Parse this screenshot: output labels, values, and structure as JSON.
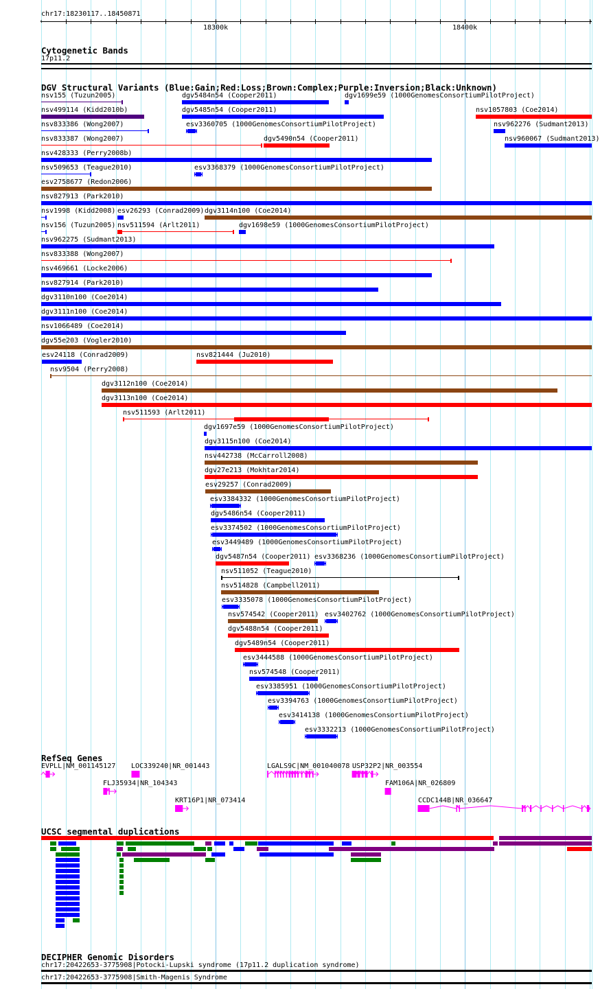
{
  "ruler": {
    "position_label": "chr17:18230117..18450871",
    "view_start_kb": 18230.117,
    "view_end_kb": 18450.871,
    "tick_labels": [
      {
        "kb": 18300,
        "label": "18300k"
      },
      {
        "kb": 18400,
        "label": "18400k"
      }
    ]
  },
  "cytobands": {
    "title": "Cytogenetic Bands",
    "band_label": "17p11.2"
  },
  "colors": {
    "blue": "#0000ff",
    "red": "#ff0000",
    "brown": "#8b4513",
    "purple": "#4f007f",
    "black": "#000000",
    "green": "#008000",
    "magenta": "#ff00ff",
    "segpurple": "#800080"
  },
  "dgv": {
    "title": "DGV Structural Variants (Blue:Gain;Red:Loss;Brown:Complex;Purple:Inversion;Black:Unknown)",
    "rows": [
      [
        {
          "label": "nsv155 (Tuzun2005)",
          "s": 18230.0,
          "e": 18263.0,
          "c": "purple",
          "style": "thin"
        },
        {
          "label": "dgv5484n54 (Cooper2011)",
          "s": 18286.6,
          "e": 18345.6,
          "c": "blue"
        },
        {
          "label": "dgv1699e59 (1000GenomesConsortiumPilotProject)",
          "s": 18351.7,
          "e": 18353.3,
          "c": "blue"
        }
      ],
      [
        {
          "label": "nsv499114 (Kidd2010b)",
          "s": 18230.0,
          "e": 18271.5,
          "c": "purple"
        },
        {
          "label": "dgv5485n54 (Cooper2011)",
          "s": 18286.6,
          "e": 18367.4,
          "c": "blue"
        },
        {
          "label": "nsv1057803 (Coe2014)",
          "s": 18404.4,
          "e": 18450.9,
          "c": "red"
        }
      ],
      [
        {
          "label": "nsv833386 (Wong2007)",
          "s": 18230.0,
          "e": 18273.4,
          "c": "blue",
          "style": "thin"
        },
        {
          "label": "esv3360705 (1000GenomesConsortiumPilotProject)",
          "s": 18288.2,
          "e": 18292.6,
          "c": "blue",
          "style": "tick"
        },
        {
          "label": "nsv962276 (Sudmant2013)",
          "s": 18411.6,
          "e": 18416.2,
          "c": "blue"
        }
      ],
      [
        {
          "label": "nsv833387 (Wong2007)",
          "s": 18230.0,
          "e": 18318.7,
          "c": "red",
          "style": "thin"
        },
        {
          "label": "dgv5490n54 (Cooper2011)",
          "s": 18319.3,
          "e": 18345.6,
          "c": "red"
        },
        {
          "label": "nsv960067 (Sudmant2013)",
          "s": 18416.0,
          "e": 18450.9,
          "c": "blue"
        }
      ],
      [
        {
          "label": "nsv428333 (Perry2008b)",
          "s": 18230.0,
          "e": 18386.6,
          "c": "blue"
        }
      ],
      [
        {
          "label": "nsv509653 (Teague2010)",
          "s": 18230.0,
          "e": 18250.3,
          "c": "blue",
          "style": "thin"
        },
        {
          "label": "esv3368379 (1000GenomesConsortiumPilotProject)",
          "s": 18291.5,
          "e": 18294.8,
          "c": "blue",
          "style": "tick"
        }
      ],
      [
        {
          "label": "esv2758677 (Redon2006)",
          "s": 18230.0,
          "e": 18386.6,
          "c": "brown"
        }
      ],
      [
        {
          "label": "nsv827913 (Park2010)",
          "s": 18230.0,
          "e": 18450.9,
          "c": "blue"
        }
      ],
      [
        {
          "label": "nsv1998 (Kidd2008)",
          "s": 18230.0,
          "e": 18232.2,
          "c": "blue",
          "style": "thin"
        },
        {
          "label": "esv26293 (Conrad2009)",
          "s": 18260.8,
          "e": 18263.2,
          "c": "blue"
        },
        {
          "label": "dgv3114n100 (Coe2014)",
          "s": 18295.7,
          "e": 18450.9,
          "c": "brown"
        }
      ],
      [
        {
          "label": "nsv156 (Tuzun2005)",
          "s": 18230.0,
          "e": 18232.2,
          "c": "blue",
          "style": "thin"
        },
        {
          "label": "nsv511594 (Arlt2011)",
          "s": 18260.8,
          "e": 18307.7,
          "c": "red",
          "style": "thin",
          "block": [
            18260.8,
            18262.7
          ]
        },
        {
          "label": "dgv1698e59 (1000GenomesConsortiumPilotProject)",
          "s": 18309.4,
          "e": 18312.1,
          "c": "blue"
        }
      ],
      [
        {
          "label": "nsv962275 (Sudmant2013)",
          "s": 18230.0,
          "e": 18411.9,
          "c": "blue"
        }
      ],
      [
        {
          "label": "nsv833388 (Wong2007)",
          "s": 18230.0,
          "e": 18394.8,
          "c": "red",
          "style": "thin"
        }
      ],
      [
        {
          "label": "nsv469661 (Locke2006)",
          "s": 18230.0,
          "e": 18386.6,
          "c": "blue"
        }
      ],
      [
        {
          "label": "nsv827914 (Park2010)",
          "s": 18230.0,
          "e": 18365.2,
          "c": "blue"
        }
      ],
      [
        {
          "label": "dgv3110n100 (Coe2014)",
          "s": 18230.0,
          "e": 18414.6,
          "c": "blue"
        }
      ],
      [
        {
          "label": "dgv3111n100 (Coe2014)",
          "s": 18230.0,
          "e": 18450.9,
          "c": "blue"
        }
      ],
      [
        {
          "label": "nsv1066489 (Coe2014)",
          "s": 18230.0,
          "e": 18352.2,
          "c": "blue"
        }
      ],
      [
        {
          "label": "dgv55e203 (Vogler2010)",
          "s": 18230.0,
          "e": 18450.9,
          "c": "brown"
        }
      ],
      [
        {
          "label": "esv24118 (Conrad2009)",
          "s": 18230.5,
          "e": 18246.5,
          "c": "blue"
        },
        {
          "label": "nsv821444 (Ju2010)",
          "s": 18292.4,
          "e": 18347.3,
          "c": "red"
        }
      ],
      [
        {
          "label": "nsv9504 (Perry2008)",
          "s": 18233.6,
          "e": 18450.9,
          "c": "brown",
          "style": "thin"
        }
      ],
      [
        {
          "label": "dgv3112n100 (Coe2014)",
          "s": 18254.4,
          "e": 18437.1,
          "c": "brown"
        }
      ],
      [
        {
          "label": "dgv3113n100 (Coe2014)",
          "s": 18254.4,
          "e": 18450.9,
          "c": "red"
        }
      ],
      [
        {
          "label": "nsv511593 (Arlt2011)",
          "s": 18263.0,
          "e": 18385.8,
          "c": "red",
          "style": "thin",
          "block": [
            18307.5,
            18345.6
          ]
        }
      ],
      [
        {
          "label": "dgv1697e59 (1000GenomesConsortiumPilotProject)",
          "s": 18295.4,
          "e": 18296.5,
          "c": "blue"
        }
      ],
      [
        {
          "label": "dgv3115n100 (Coe2014)",
          "s": 18295.7,
          "e": 18450.9,
          "c": "blue"
        }
      ],
      [
        {
          "label": "nsv442738 (McCarroll2008)",
          "s": 18295.7,
          "e": 18405.3,
          "c": "brown"
        }
      ],
      [
        {
          "label": "dgv27e213 (Mokhtar2014)",
          "s": 18295.7,
          "e": 18405.3,
          "c": "red"
        }
      ],
      [
        {
          "label": "esv29257 (Conrad2009)",
          "s": 18295.9,
          "e": 18346.2,
          "c": "brown"
        }
      ],
      [
        {
          "label": "esv3384332 (1000GenomesConsortiumPilotProject)",
          "s": 18297.9,
          "e": 18310.2,
          "c": "blue",
          "style": "tick"
        }
      ],
      [
        {
          "label": "dgv5486n54 (Cooper2011)",
          "s": 18298.1,
          "e": 18343.7,
          "c": "blue"
        }
      ],
      [
        {
          "label": "esv3374502 (1000GenomesConsortiumPilotProject)",
          "s": 18298.1,
          "e": 18348.9,
          "c": "blue",
          "style": "tick"
        }
      ],
      [
        {
          "label": "esv3449489 (1000GenomesConsortiumPilotProject)",
          "s": 18298.7,
          "e": 18302.5,
          "c": "blue",
          "style": "tick"
        }
      ],
      [
        {
          "label": "dgv5487n54 (Cooper2011)",
          "s": 18300.0,
          "e": 18329.4,
          "c": "red"
        },
        {
          "label": "esv3368236 (1000GenomesConsortiumPilotProject)",
          "s": 18339.6,
          "e": 18344.3,
          "c": "blue",
          "style": "tick"
        }
      ],
      [
        {
          "label": "nsv511052 (Teague2010)",
          "s": 18302.2,
          "e": 18397.6,
          "c": "black",
          "style": "thin"
        }
      ],
      [
        {
          "label": "nsv514828 (Campbell2011)",
          "s": 18302.2,
          "e": 18365.5,
          "c": "brown"
        }
      ],
      [
        {
          "label": "esv3335078 (1000GenomesConsortiumPilotProject)",
          "s": 18302.5,
          "e": 18309.7,
          "c": "blue",
          "style": "tick"
        }
      ],
      [
        {
          "label": "nsv574542 (Cooper2011)",
          "s": 18305.0,
          "e": 18341.0,
          "c": "brown"
        },
        {
          "label": "esv3402762 (1000GenomesConsortiumPilotProject)",
          "s": 18343.7,
          "e": 18349.0,
          "c": "blue",
          "style": "tick"
        }
      ],
      [
        {
          "label": "dgv5488n54 (Cooper2011)",
          "s": 18305.0,
          "e": 18345.6,
          "c": "red"
        }
      ],
      [
        {
          "label": "dgv5489n54 (Cooper2011)",
          "s": 18307.7,
          "e": 18397.6,
          "c": "red"
        }
      ],
      [
        {
          "label": "esv3444588 (1000GenomesConsortiumPilotProject)",
          "s": 18311.0,
          "e": 18317.1,
          "c": "blue",
          "style": "tick"
        }
      ],
      [
        {
          "label": "nsv574548 (Cooper2011)",
          "s": 18313.5,
          "e": 18341.0,
          "c": "blue"
        }
      ],
      [
        {
          "label": "esv3385951 (1000GenomesConsortiumPilotProject)",
          "s": 18316.3,
          "e": 18337.7,
          "c": "blue",
          "style": "tick"
        }
      ],
      [
        {
          "label": "esv3394763 (1000GenomesConsortiumPilotProject)",
          "s": 18320.9,
          "e": 18325.3,
          "c": "blue",
          "style": "tick"
        }
      ],
      [
        {
          "label": "esv3414138 (1000GenomesConsortiumPilotProject)",
          "s": 18325.3,
          "e": 18331.9,
          "c": "blue",
          "style": "tick"
        }
      ],
      [
        {
          "label": "esv3332213 (1000GenomesConsortiumPilotProject)",
          "s": 18335.8,
          "e": 18348.9,
          "c": "blue",
          "style": "tick"
        }
      ]
    ]
  },
  "genes": {
    "title": "RefSeq Genes",
    "rows": [
      [
        {
          "label": "EVPLL|NM_001145127",
          "s": 18230.0,
          "e": 18235.5,
          "exons": [
            [
              18231.9,
              18233.6
            ]
          ]
        },
        {
          "label": "LOC339240|NR_001443",
          "s": 18266.3,
          "e": 18269.6,
          "exons": [
            [
              18266.3,
              18269.6
            ]
          ]
        },
        {
          "label": "LGALS9C|NM_001040078",
          "s": 18320.7,
          "e": 18341.3,
          "exons": [
            [
              18320.7,
              18321.2
            ],
            [
              18323.7,
              18324.0
            ],
            [
              18324.8,
              18325.0
            ],
            [
              18325.9,
              18326.1
            ],
            [
              18327.0,
              18327.2
            ],
            [
              18328.3,
              18328.6
            ],
            [
              18329.4,
              18330.0
            ],
            [
              18330.5,
              18331.1
            ],
            [
              18331.6,
              18332.2
            ],
            [
              18332.8,
              18333.3
            ],
            [
              18334.4,
              18334.7
            ],
            [
              18336.0,
              18336.9
            ],
            [
              18337.4,
              18338.0
            ],
            [
              18338.8,
              18339.3
            ]
          ]
        },
        {
          "label": "USP32P2|NR_003554",
          "s": 18354.7,
          "e": 18365.2,
          "exons": [
            [
              18354.7,
              18356.6
            ],
            [
              18356.9,
              18358.0
            ],
            [
              18358.6,
              18359.4
            ],
            [
              18359.9,
              18361.0
            ],
            [
              18362.4,
              18363.2
            ]
          ]
        }
      ],
      [
        {
          "label": "FLJ35934|NR_104343",
          "s": 18255.0,
          "e": 18260.2,
          "exons": [
            [
              18255.0,
              18256.6
            ],
            [
              18257.2,
              18257.5
            ]
          ]
        },
        {
          "label": "FAM106A|NR_026809",
          "s": 18367.9,
          "e": 18370.4,
          "exons": [
            [
              18367.9,
              18370.4
            ]
          ]
        }
      ],
      [
        {
          "label": "KRT16P1|NR_073414",
          "s": 18283.8,
          "e": 18289.1,
          "exons": [
            [
              18283.8,
              18286.9
            ]
          ]
        },
        {
          "label": "CCDC144B|NR_036647",
          "s": 18381.1,
          "e": 18450.3,
          "exons": [
            [
              18381.1,
              18385.8
            ],
            [
              18396.5,
              18396.7
            ],
            [
              18397.6,
              18397.8
            ],
            [
              18422.8,
              18423.4
            ],
            [
              18423.9,
              18424.2
            ],
            [
              18426.1,
              18426.7
            ],
            [
              18430.3,
              18430.5
            ],
            [
              18434.9,
              18435.2
            ],
            [
              18439.3,
              18439.6
            ],
            [
              18446.7,
              18447.0
            ],
            [
              18448.9,
              18449.8
            ]
          ]
        }
      ]
    ]
  },
  "segdups": {
    "title": "UCSC segmental duplications",
    "rows": [
      [
        [
          "red",
          18230.0,
          18411.6
        ],
        [
          "segpurple",
          18413.8,
          18450.9
        ]
      ],
      [
        [
          "green",
          18233.8,
          18236.3
        ],
        [
          "blue",
          18236.9,
          18244.0
        ],
        [
          "green",
          18260.5,
          18263.2
        ],
        [
          "green",
          18264.1,
          18291.5
        ],
        [
          "segpurple",
          18295.9,
          18298.4
        ],
        [
          "blue",
          18299.5,
          18303.9
        ],
        [
          "blue",
          18305.5,
          18307.2
        ],
        [
          "green",
          18311.9,
          18316.8
        ],
        [
          "blue",
          18317.1,
          18347.3
        ],
        [
          "blue",
          18350.6,
          18354.4
        ],
        [
          "green",
          18370.6,
          18372.3
        ],
        [
          "segpurple",
          18411.3,
          18413.2
        ],
        [
          "segpurple",
          18413.8,
          18450.9
        ]
      ],
      [
        [
          "green",
          18233.8,
          18236.3
        ],
        [
          "green",
          18238.2,
          18245.7
        ],
        [
          "segpurple",
          18260.5,
          18263.0
        ],
        [
          "green",
          18264.9,
          18268.2
        ],
        [
          "green",
          18291.3,
          18296.2
        ],
        [
          "green",
          18296.8,
          18298.7
        ],
        [
          "blue",
          18307.2,
          18311.6
        ],
        [
          "segpurple",
          18316.5,
          18321.2
        ],
        [
          "segpurple",
          18345.4,
          18411.6
        ],
        [
          "red",
          18441.0,
          18450.9
        ]
      ],
      [
        [
          "green",
          18236.0,
          18245.7
        ],
        [
          "green",
          18260.5,
          18262.2
        ],
        [
          "segpurple",
          18262.7,
          18296.2
        ],
        [
          "blue",
          18298.4,
          18303.9
        ],
        [
          "blue",
          18317.6,
          18347.3
        ],
        [
          "segpurple",
          18354.2,
          18366.3
        ]
      ],
      [
        [
          "blue",
          18236.0,
          18245.7
        ],
        [
          "green",
          18261.6,
          18263.2
        ],
        [
          "green",
          18267.4,
          18281.6
        ],
        [
          "green",
          18295.9,
          18299.8
        ],
        [
          "green",
          18354.2,
          18366.3
        ]
      ],
      [
        [
          "blue",
          18236.0,
          18245.7
        ],
        [
          "green",
          18261.6,
          18263.2
        ]
      ],
      [
        [
          "blue",
          18236.0,
          18245.7
        ],
        [
          "green",
          18261.6,
          18263.2
        ]
      ],
      [
        [
          "blue",
          18236.0,
          18245.7
        ],
        [
          "green",
          18261.6,
          18263.2
        ]
      ],
      [
        [
          "blue",
          18236.0,
          18245.7
        ],
        [
          "green",
          18261.6,
          18263.2
        ]
      ],
      [
        [
          "blue",
          18236.0,
          18245.7
        ],
        [
          "green",
          18261.6,
          18263.2
        ]
      ],
      [
        [
          "blue",
          18236.0,
          18245.7
        ],
        [
          "green",
          18261.6,
          18263.2
        ]
      ],
      [
        [
          "blue",
          18236.0,
          18245.7
        ]
      ],
      [
        [
          "blue",
          18236.0,
          18245.7
        ]
      ],
      [
        [
          "blue",
          18236.0,
          18245.7
        ]
      ],
      [
        [
          "blue",
          18236.0,
          18245.7
        ]
      ],
      [
        [
          "blue",
          18236.0,
          18239.6
        ],
        [
          "green",
          18242.9,
          18245.7
        ]
      ],
      [
        [
          "blue",
          18236.0,
          18239.6
        ]
      ]
    ]
  },
  "decipher": {
    "title": "DECIPHER Genomic Disorders",
    "items": [
      {
        "label": "chr17:20422653-3775908|Potocki-Lupski syndrome (17p11.2 duplication syndrome)"
      },
      {
        "label": "chr17:20422653-3775908|Smith-Magenis Syndrome"
      }
    ]
  }
}
